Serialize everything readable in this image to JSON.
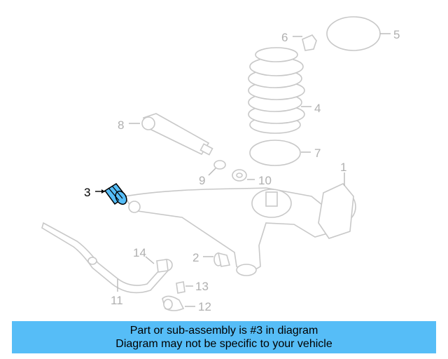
{
  "callouts": [
    "1",
    "2",
    "3",
    "4",
    "5",
    "6",
    "7",
    "8",
    "9",
    "10",
    "11",
    "12",
    "13",
    "14"
  ],
  "highlighted_part": "3",
  "colors": {
    "highlight": "#56bdf7",
    "part_outline": "#c8c8c8",
    "callout": "#b0b0b0",
    "caption_bg": "#56bdf7"
  },
  "caption": {
    "line1": "Part or sub-assembly is #3 in diagram",
    "line2": "Diagram may not be specific to your vehicle"
  }
}
